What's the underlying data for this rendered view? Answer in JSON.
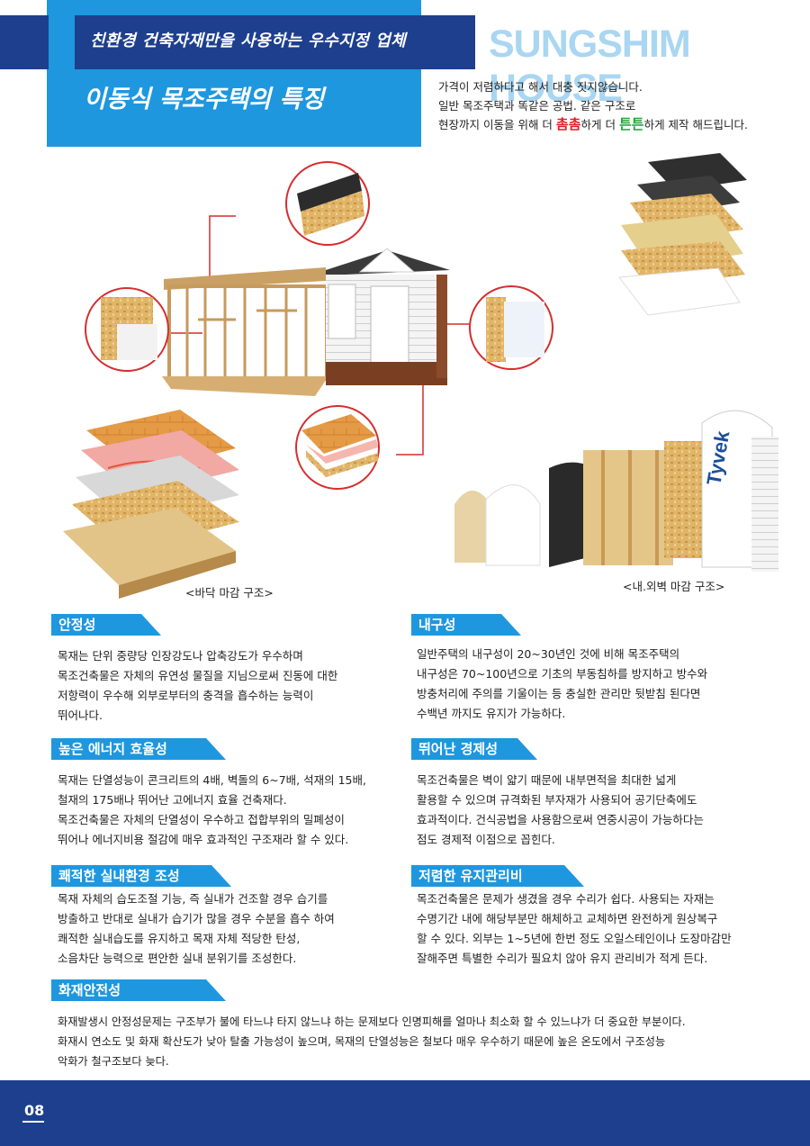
{
  "header": {
    "slogan": "친환경 건축자재만을 사용하는 우수지정 업체",
    "brand": "SUNGSHIM HOUSE",
    "title": "이동식 목조주택의 특징",
    "intro": {
      "line1": "가격이 저렴하다고 해서 대충 짓지않습니다.",
      "line2": "일반 목조주택과 똑같은 공법. 같은 구조로",
      "line3_a": "현장까지 이동을 위해 더 ",
      "line3_red": "촘촘",
      "line3_b": "하게 더 ",
      "line3_green": "튼튼",
      "line3_c": "하게 제작 해드립니다."
    }
  },
  "illustration": {
    "floor_caption": "<바닥 마감 구조>",
    "wall_caption": "<내.외벽 마감 구조>",
    "tyvek_text": "Tyvek"
  },
  "sections": {
    "stability": {
      "title": "안정성",
      "body": "목재는 단위 중량당 인장강도나 압축강도가 우수하며\n목조건축물은 자체의 유연성 물질을 지님으로써 진동에 대한\n저항력이 우수해 외부로부터의 충격을 흡수하는 능력이\n뛰어나다."
    },
    "durability": {
      "title": "내구성",
      "body": "일반주택의 내구성이 20~30년인 것에 비해 목조주택의\n내구성은 70~100년으로 기초의 부동침하를 방지하고 방수와\n방충처리에 주의를 기울이는 등 충실한 관리만 뒷받침 된다면\n수백년 까지도 유지가 가능하다."
    },
    "energy": {
      "title": "높은 에너지 효율성",
      "body": "목재는 단열성능이 콘크리트의 4배, 벽돌의 6~7배, 석재의 15배,\n철재의 175배나 뛰어난 고에너지 효율 건축재다.\n목조건축물은 자체의 단열성이 우수하고 접합부위의 밀폐성이\n뛰어나 에너지비용 절감에 매우 효과적인 구조재라 할 수 있다."
    },
    "economy": {
      "title": "뛰어난 경제성",
      "body": "목조건축물은 벽이 얇기 때문에 내부면적을 최대한 넓게\n활용할 수 있으며 규격화된 부자재가 사용되어 공기단축에도\n효과적이다. 건식공법을 사용함으로써 연중시공이 가능하다는\n점도 경제적 이점으로 꼽힌다."
    },
    "comfort": {
      "title": "쾌적한 실내환경 조성",
      "body": "목재 자체의 습도조절 기능, 즉 실내가 건조할 경우 습기를\n방출하고 반대로 실내가 습기가 많을 경우 수분을 흡수 하여\n쾌적한 실내습도를 유지하고 목재 자체 적당한 탄성,\n소음차단 능력으로 편안한 실내 분위기를 조성한다."
    },
    "maintenance": {
      "title": "저렴한 유지관리비",
      "body": "목조건축물은 문제가 생겼을 경우 수리가 쉽다. 사용되는 자재는\n수명기간 내에 해당부분만 해체하고 교체하면 완전하게 원상복구\n할 수 있다. 외부는 1~5년에 한번 정도 오일스테인이나 도장마감만\n잘해주면 특별한 수리가 필요치 않아 유지 관리비가 적게 든다."
    },
    "fire": {
      "title": "화재안전성",
      "body": "화재발생시 안정성문제는 구조부가 불에 타느냐 타지 않느냐 하는 문제보다 인명피해를 얼마나 최소화 할 수 있느냐가 더 중요한 부분이다.\n화재시 연소도 및 화재 확산도가 낮아 탈출 가능성이 높으며, 목재의 단열성능은 철보다 매우 우수하기 때문에 높은 온도에서 구조성능\n악화가 철구조보다 늦다."
    }
  },
  "footer": {
    "page_number": "08"
  },
  "colors": {
    "blue": "#1e97df",
    "navy": "#1e3f8e",
    "red": "#e21d2a",
    "green": "#22a33b"
  }
}
